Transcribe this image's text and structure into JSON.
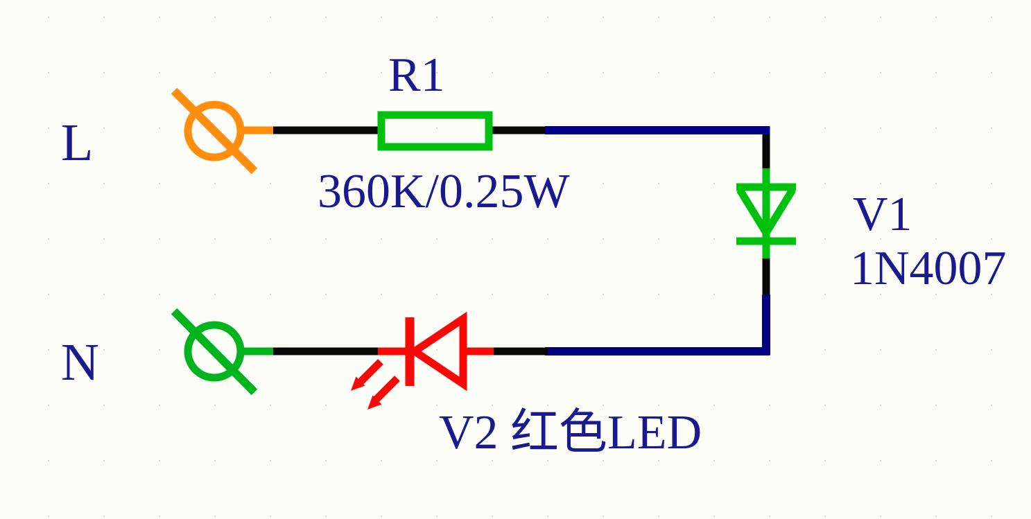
{
  "colors": {
    "wire": "#000080",
    "lead": "#070707",
    "component": "#00C010",
    "terminal_l": "#FF8D0E",
    "terminal_n": "#00B41E",
    "led": "#FA0808",
    "label": "#1A1A8E"
  },
  "labels": {
    "terminal_l": "L",
    "terminal_n": "N",
    "resistor_ref": "R1",
    "resistor_value": "360K/0.25W",
    "diode_ref": "V1",
    "diode_part": "1N4007",
    "led_ref": "V2  红色LED"
  },
  "components": [
    {
      "id": "L",
      "symbol": "ac-line-terminal"
    },
    {
      "id": "R1",
      "symbol": "resistor",
      "value": "360K/0.25W"
    },
    {
      "id": "V1",
      "symbol": "diode",
      "part": "1N4007"
    },
    {
      "id": "V2",
      "symbol": "led",
      "note": "红色LED"
    },
    {
      "id": "N",
      "symbol": "ac-neutral-terminal"
    }
  ]
}
